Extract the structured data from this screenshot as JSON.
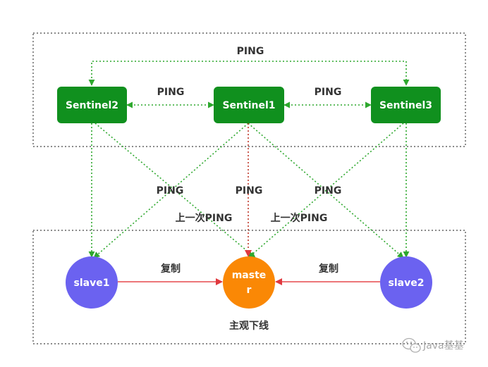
{
  "labels": {
    "ping_top": "PING",
    "ping_left": "PING",
    "ping_right": "PING",
    "ping_mid_left": "PING",
    "ping_mid_center": "PING",
    "ping_mid_right": "PING",
    "last_ping_left": "上一次PING",
    "last_ping_right": "上一次PING",
    "replicate_left": "复制",
    "replicate_right": "复制",
    "subjective_down": "主观下线"
  },
  "nodes": {
    "sentinel1": "Sentinel1",
    "sentinel2": "Sentinel2",
    "sentinel3": "Sentinel3",
    "slave1": "slave1",
    "slave2": "slave2",
    "master_line1": "maste",
    "master_line2": "r"
  },
  "watermark": "Java基基",
  "colors": {
    "sentinel": "#10901e",
    "slave": "#6b62f0",
    "master": "#fa8805",
    "ping_line": "#2ea82e",
    "master_ping_line": "#c0392b",
    "replicate_line": "#e5484d"
  }
}
